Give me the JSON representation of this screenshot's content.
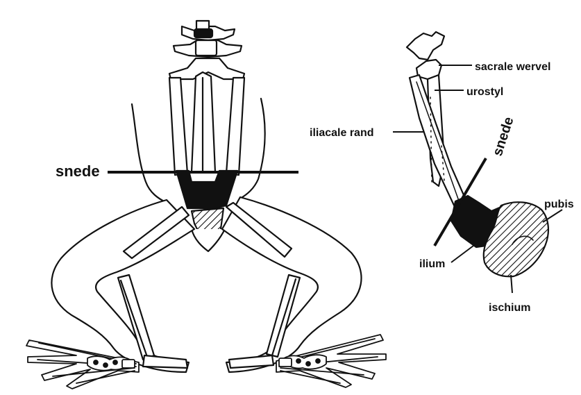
{
  "labels": {
    "cut_main": "snede",
    "cut_side": "snede",
    "sacrale_wervel": "sacrale wervel",
    "urostyl": "urostyl",
    "iliacale_rand": "iliacale rand",
    "pubis": "pubis",
    "ilium": "ilium",
    "ischium": "ischium"
  },
  "colors": {
    "ink": "#111111",
    "paper": "#ffffff",
    "bone_fill": "#ffffff"
  }
}
